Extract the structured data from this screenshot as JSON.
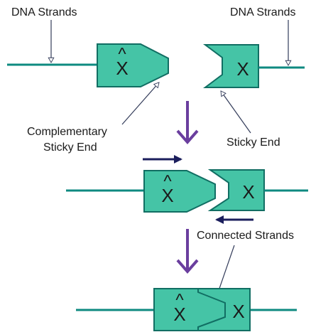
{
  "labels": {
    "dna_strands_left": "DNA Strands",
    "dna_strands_right": "DNA Strands",
    "complementary_line1": "Complementary",
    "complementary_line2": "Sticky End",
    "sticky_end": "Sticky End",
    "connected_strands": "Connected Strands"
  },
  "symbols": {
    "x_hat": "X",
    "hat": "^",
    "x": "X"
  },
  "colors": {
    "block_fill": "#45c4a6",
    "block_stroke": "#116e63",
    "strand": "#0e8a80",
    "process_arrow": "#6a3e9e",
    "direction_arrow": "#1b1e5c",
    "pointer": "#333c5a",
    "text": "#1a1a1a"
  }
}
